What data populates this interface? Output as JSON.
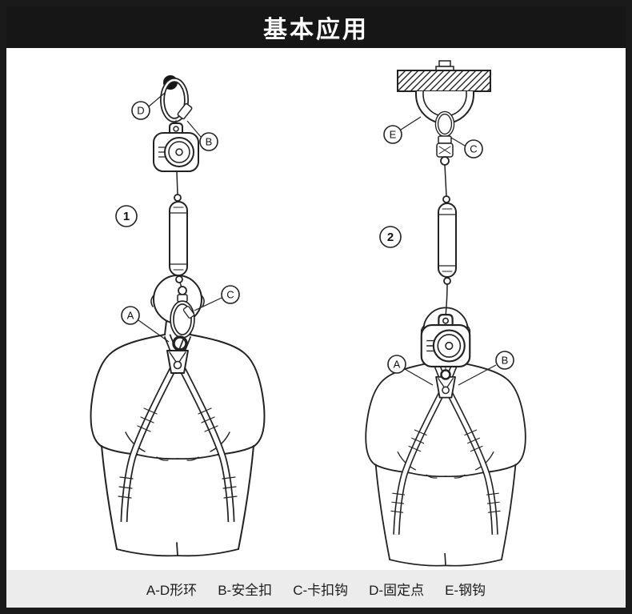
{
  "header": {
    "title": "基本应用"
  },
  "figures": {
    "fig1": {
      "number": "1",
      "callouts": {
        "d": "D",
        "b": "B",
        "c": "C",
        "a": "A"
      }
    },
    "fig2": {
      "number": "2",
      "callouts": {
        "e": "E",
        "c": "C",
        "a": "A",
        "b": "B"
      }
    }
  },
  "legend": {
    "items": [
      "A-D形环",
      "B-安全扣",
      "C-卡扣钩",
      "D-固定点",
      "E-钢钩"
    ]
  },
  "colors": {
    "frame": "#1a1a1a",
    "header_bg": "#161616",
    "header_text": "#ffffff",
    "legend_bg": "#ececec",
    "line": "#222222"
  }
}
